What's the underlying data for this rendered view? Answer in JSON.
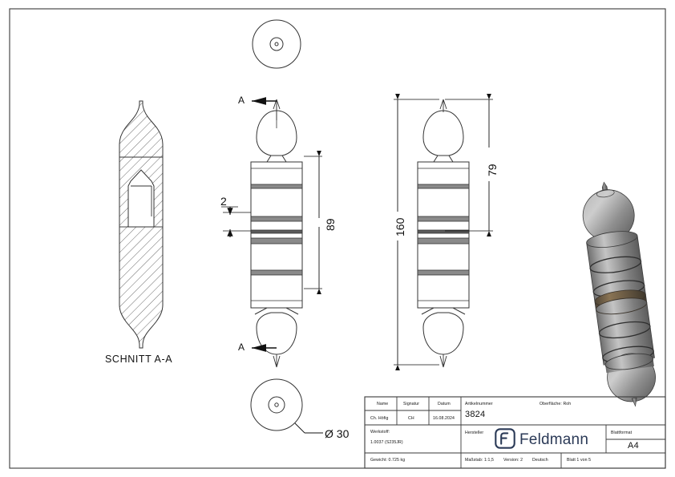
{
  "sheet": {
    "format_label": "Blattformat",
    "format_value": "A4",
    "border_color": "#3a3a3a"
  },
  "views": {
    "section_view": {
      "label": "SCHNITT A-A",
      "hatch_color": "#444444"
    },
    "front_view": {
      "section_mark_top": "A",
      "section_mark_bottom": "A",
      "dim_body_length": "89",
      "dim_groove_width": "2"
    },
    "side_view": {
      "dim_total_length": "160",
      "dim_upper_length": "79"
    },
    "top_view": {},
    "bottom_view": {
      "dim_diameter": "Ø 30"
    },
    "iso_view": {
      "body_color": "#8a8a8a",
      "highlight_color": "#c9c9c9",
      "shadow_color": "#585858",
      "ring_color": "#6d5a44"
    }
  },
  "title_block": {
    "headers": {
      "name": "Name",
      "signature": "Signatur",
      "date": "Datum",
      "article_number": "Artikelnummer",
      "surface": "Oberfläche: Roh",
      "material": "Werkstoff:",
      "manufacturer": "Hersteller",
      "sheet_format": "Blattformat"
    },
    "values": {
      "name": "Ch. Höfig",
      "signature": "CH",
      "date": "16.08.2024",
      "article_number": "3824",
      "material": "1.0037 (S235JR)",
      "weight": "Gewicht: 0.725 kg",
      "scale": "Maßstab: 1:1,5",
      "version": "Version: 2",
      "language": "Deutsch",
      "sheet": "Blatt 1 von 5",
      "sheet_format": "A4"
    },
    "brand": {
      "name": "Feldmann",
      "mark": "F",
      "color": "#2b3a57"
    }
  }
}
